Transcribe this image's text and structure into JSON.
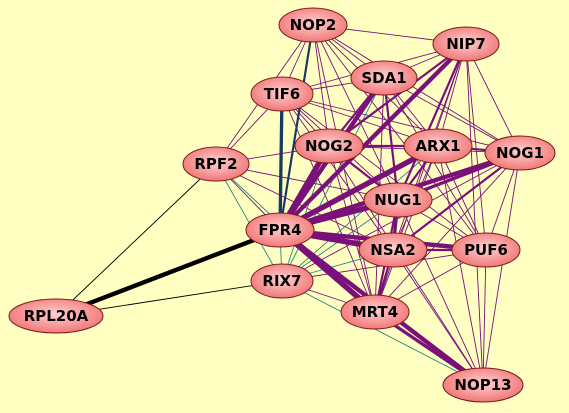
{
  "colors": {
    "background": "#ffffc2",
    "node_fill_center": "#ffd0d0",
    "node_fill_edge": "#f07070",
    "node_stroke": "#7a1a1a",
    "edge_purple": "#7a107a",
    "edge_teal": "#1e8a7e",
    "edge_navy": "#173a63",
    "edge_black": "#000000"
  },
  "nodes": [
    {
      "id": "NOP2",
      "label": "NOP2"
    },
    {
      "id": "NIP7",
      "label": "NIP7"
    },
    {
      "id": "SDA1",
      "label": "SDA1"
    },
    {
      "id": "TIF6",
      "label": "TIF6"
    },
    {
      "id": "NOG2",
      "label": "NOG2"
    },
    {
      "id": "ARX1",
      "label": "ARX1"
    },
    {
      "id": "NOG1",
      "label": "NOG1"
    },
    {
      "id": "RPF2",
      "label": "RPF2"
    },
    {
      "id": "NUG1",
      "label": "NUG1"
    },
    {
      "id": "FPR4",
      "label": "FPR4"
    },
    {
      "id": "NSA2",
      "label": "NSA2"
    },
    {
      "id": "PUF6",
      "label": "PUF6"
    },
    {
      "id": "RIX7",
      "label": "RIX7"
    },
    {
      "id": "MRT4",
      "label": "MRT4"
    },
    {
      "id": "RPL20A",
      "label": "RPL20A"
    },
    {
      "id": "NOP13",
      "label": "NOP13"
    }
  ],
  "edges": [
    [
      "FPR4",
      "RPL20A",
      "black",
      4
    ],
    [
      "RPF2",
      "RPL20A",
      "black",
      1
    ],
    [
      "RIX7",
      "RPL20A",
      "black",
      1
    ],
    [
      "FPR4",
      "TIF6",
      "navy",
      3
    ],
    [
      "FPR4",
      "NOP2",
      "navy",
      2
    ],
    [
      "FPR4",
      "NIP7",
      "purple",
      4
    ],
    [
      "FPR4",
      "SDA1",
      "purple",
      4
    ],
    [
      "FPR4",
      "NOG2",
      "purple",
      5
    ],
    [
      "FPR4",
      "ARX1",
      "purple",
      5
    ],
    [
      "FPR4",
      "NOG1",
      "purple",
      4
    ],
    [
      "FPR4",
      "NUG1",
      "purple",
      5
    ],
    [
      "FPR4",
      "NSA2",
      "purple",
      5
    ],
    [
      "FPR4",
      "PUF6",
      "purple",
      4
    ],
    [
      "FPR4",
      "MRT4",
      "purple",
      5
    ],
    [
      "FPR4",
      "NOP13",
      "purple",
      4
    ],
    [
      "FPR4",
      "RIX7",
      "teal",
      1
    ],
    [
      "FPR4",
      "RPF2",
      "purple",
      1
    ],
    [
      "NUG1",
      "NOG1",
      "purple",
      3
    ],
    [
      "NUG1",
      "NSA2",
      "purple",
      3
    ],
    [
      "NUG1",
      "ARX1",
      "purple",
      2
    ],
    [
      "NUG1",
      "NOG2",
      "purple",
      2
    ],
    [
      "NUG1",
      "SDA1",
      "purple",
      2
    ],
    [
      "NUG1",
      "NIP7",
      "purple",
      2
    ],
    [
      "NUG1",
      "MRT4",
      "purple",
      2
    ],
    [
      "NUG1",
      "PUF6",
      "purple",
      1
    ],
    [
      "NSA2",
      "PUF6",
      "purple",
      2
    ],
    [
      "NSA2",
      "MRT4",
      "purple",
      2
    ],
    [
      "NSA2",
      "NOG1",
      "purple",
      2
    ],
    [
      "NSA2",
      "ARX1",
      "purple",
      1
    ],
    [
      "NOG2",
      "SDA1",
      "purple",
      2
    ],
    [
      "NOG2",
      "NIP7",
      "purple",
      2
    ],
    [
      "NOG2",
      "ARX1",
      "purple",
      2
    ],
    [
      "NOG2",
      "NOP2",
      "purple",
      1
    ],
    [
      "NOG2",
      "TIF6",
      "purple",
      1
    ],
    [
      "NOG2",
      "NOG1",
      "purple",
      1
    ],
    [
      "NOG2",
      "MRT4",
      "purple",
      1
    ],
    [
      "ARX1",
      "NOG1",
      "purple",
      2
    ],
    [
      "ARX1",
      "NIP7",
      "purple",
      1
    ],
    [
      "ARX1",
      "SDA1",
      "purple",
      1
    ],
    [
      "ARX1",
      "PUF6",
      "purple",
      1
    ],
    [
      "ARX1",
      "MRT4",
      "purple",
      1
    ],
    [
      "SDA1",
      "NIP7",
      "purple",
      1
    ],
    [
      "SDA1",
      "NOP2",
      "purple",
      1
    ],
    [
      "SDA1",
      "TIF6",
      "purple",
      1
    ],
    [
      "SDA1",
      "NOG1",
      "purple",
      1
    ],
    [
      "SDA1",
      "PUF6",
      "purple",
      1
    ],
    [
      "NOP2",
      "NIP7",
      "purple",
      1
    ],
    [
      "NOP2",
      "TIF6",
      "purple",
      1
    ],
    [
      "NOP2",
      "ARX1",
      "purple",
      1
    ],
    [
      "NOP2",
      "NOG1",
      "purple",
      1
    ],
    [
      "NOP2",
      "RPF2",
      "purple",
      1
    ],
    [
      "NIP7",
      "NOG1",
      "purple",
      1
    ],
    [
      "NIP7",
      "PUF6",
      "purple",
      1
    ],
    [
      "NIP7",
      "TIF6",
      "purple",
      1
    ],
    [
      "NIP7",
      "NOP13",
      "purple",
      1
    ],
    [
      "TIF6",
      "RPF2",
      "purple",
      1
    ],
    [
      "TIF6",
      "ARX1",
      "purple",
      1
    ],
    [
      "TIF6",
      "NUG1",
      "purple",
      1
    ],
    [
      "TIF6",
      "MRT4",
      "purple",
      1
    ],
    [
      "RPF2",
      "NOG2",
      "purple",
      1
    ],
    [
      "RPF2",
      "NUG1",
      "purple",
      1
    ],
    [
      "RPF2",
      "NSA2",
      "purple",
      1
    ],
    [
      "RPF2",
      "RIX7",
      "teal",
      1
    ],
    [
      "NOG1",
      "PUF6",
      "purple",
      1
    ],
    [
      "NOG1",
      "MRT4",
      "purple",
      1
    ],
    [
      "NOG1",
      "NOP13",
      "purple",
      1
    ],
    [
      "NOG1",
      "RIX7",
      "purple",
      1
    ],
    [
      "PUF6",
      "MRT4",
      "purple",
      1
    ],
    [
      "PUF6",
      "NOP13",
      "purple",
      1
    ],
    [
      "PUF6",
      "RIX7",
      "purple",
      1
    ],
    [
      "MRT4",
      "NOP13",
      "purple",
      3
    ],
    [
      "MRT4",
      "RIX7",
      "purple",
      1
    ],
    [
      "RIX7",
      "NUG1",
      "teal",
      1
    ],
    [
      "RIX7",
      "NSA2",
      "teal",
      1
    ],
    [
      "RIX7",
      "NOG2",
      "teal",
      1
    ],
    [
      "RIX7",
      "ARX1",
      "teal",
      1
    ],
    [
      "RIX7",
      "SDA1",
      "teal",
      1
    ],
    [
      "RIX7",
      "NOP13",
      "teal",
      1
    ],
    [
      "NSA2",
      "NOP13",
      "purple",
      1
    ],
    [
      "NUG1",
      "NOP13",
      "purple",
      1
    ],
    [
      "ARX1",
      "NOP13",
      "purple",
      1
    ],
    [
      "NOG2",
      "NOP13",
      "purple",
      1
    ],
    [
      "RPF2",
      "MRT4",
      "teal",
      1
    ],
    [
      "NOP2",
      "MRT4",
      "purple",
      1
    ],
    [
      "NOP2",
      "NUG1",
      "purple",
      1
    ],
    [
      "NOP2",
      "PUF6",
      "purple",
      1
    ],
    [
      "SDA1",
      "MRT4",
      "purple",
      1
    ],
    [
      "NIP7",
      "MRT4",
      "purple",
      1
    ],
    [
      "NIP7",
      "NSA2",
      "purple",
      1
    ],
    [
      "TIF6",
      "NSA2",
      "purple",
      1
    ],
    [
      "TIF6",
      "PUF6",
      "purple",
      1
    ],
    [
      "TIF6",
      "NOG1",
      "purple",
      1
    ]
  ]
}
